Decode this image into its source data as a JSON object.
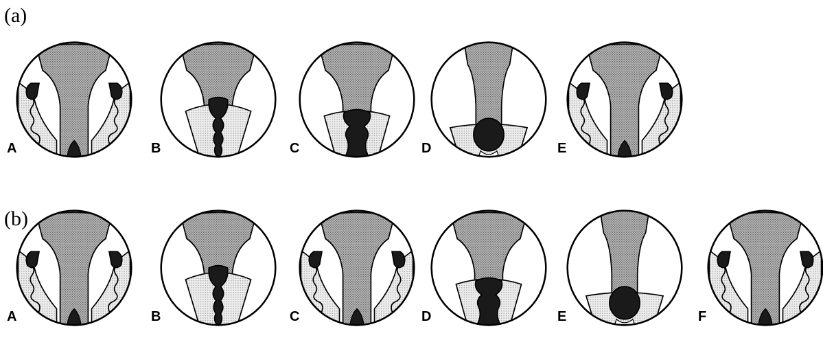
{
  "figure": {
    "rows": [
      {
        "label": "(a)",
        "panels": [
          {
            "label": "A",
            "stage": "open"
          },
          {
            "label": "B",
            "stage": "pinch-long"
          },
          {
            "label": "C",
            "stage": "pinch-mid"
          },
          {
            "label": "D",
            "stage": "blob"
          },
          {
            "label": "E",
            "stage": "open"
          }
        ]
      },
      {
        "label": "(b)",
        "panels": [
          {
            "label": "A",
            "stage": "open"
          },
          {
            "label": "B",
            "stage": "pinch-long"
          },
          {
            "label": "C",
            "stage": "open"
          },
          {
            "label": "D",
            "stage": "pinch-mid"
          },
          {
            "label": "E",
            "stage": "blob"
          },
          {
            "label": "F",
            "stage": "open"
          }
        ]
      }
    ],
    "colors": {
      "outline": "#000000",
      "dark_fill": "#1a1a1a",
      "medium_fill": "#9a9a9a",
      "light_fill": "#dcdcdc",
      "background": "#ffffff"
    }
  }
}
